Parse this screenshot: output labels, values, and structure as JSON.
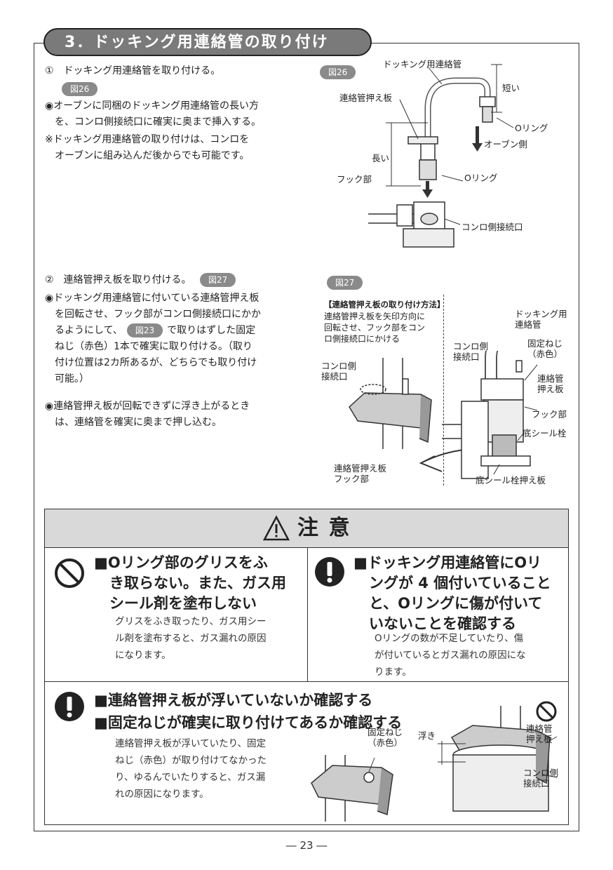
{
  "section": {
    "title": "3．ドッキング用連絡管の取り付け"
  },
  "step1": {
    "heading": "①　ドッキング用連絡管を取り付ける。",
    "fig_ref": "図26",
    "bullet1_l1": "◉オーブンに同梱のドッキング用連絡管の長い方",
    "bullet1_l2": "を、コンロ側接続口に確実に奥まで挿入する。",
    "note_l1": "※ドッキング用連絡管の取り付けは、コンロを",
    "note_l2": "オーブンに組み込んだ後からでも可能です。"
  },
  "fig26": {
    "badge": "図26",
    "pipe": "ドッキング用連絡管",
    "short": "短い",
    "plate": "連絡管押え板",
    "oring_top": "Oリング",
    "oven_side": "オーブン側",
    "long": "長い",
    "hook": "フック部",
    "oring_bottom": "Oリング",
    "connector": "コンロ側接続口"
  },
  "step2": {
    "heading": "②　連絡管押え板を取り付ける。",
    "fig_ref": "図27",
    "b1_l1": "◉ドッキング用連絡管に付いている連絡管押え板",
    "b1_l2": "を回転させ、フック部がコンロ側接続口にかか",
    "b1_l3a": "るようにして、",
    "b1_l3ref": "図23",
    "b1_l3b": "で取りはずした固定",
    "b1_l4": "ねじ（赤色）1本で確実に取り付ける。（取り",
    "b1_l5": "付け位置は2カ所あるが、どちらでも取り付け",
    "b1_l6": "可能。）",
    "b2_l1": "◉連絡管押え板が回転できずに浮き上がるとき",
    "b2_l2": "は、連絡管を確実に奥まで押し込む。"
  },
  "fig27": {
    "badge": "図27",
    "method_title": "【連絡管押え板の取り付け方法】",
    "method_l1": "連絡管押え板を矢印方向に",
    "method_l2": "回転させ、フック部をコン",
    "method_l3": "ロ側接続口にかける",
    "left_conn_l1": "コンロ側",
    "left_conn_l2": "接続口",
    "left_plate_l1": "連絡管押え板",
    "left_plate_l2": "フック部",
    "r_conn_l1": "コンロ側",
    "r_conn_l2": "接続口",
    "r_pipe_l1": "ドッキング用",
    "r_pipe_l2": "連絡管",
    "r_screw_l1": "固定ねじ",
    "r_screw_l2": "（赤色）",
    "r_plate_l1": "連絡管",
    "r_plate_l2": "押え板",
    "r_hook": "フック部",
    "r_plug": "底シール栓",
    "r_plug_plate": "底シール栓押え板"
  },
  "caution": {
    "title": "注 意",
    "a_t1": "■Oリング部のグリスをふ",
    "a_t2": "き取らない。また、ガス用",
    "a_t3": "シール剤を塗布しない",
    "a_b1": "グリスをふき取ったり、ガス用シー",
    "a_b2": "ル剤を塗布すると、ガス漏れの原因",
    "a_b3": "になります。",
    "b_t1": "■ドッキング用連絡管にOリ",
    "b_t2": "ングが 4 個付いていること",
    "b_t3": "と、Oリングに傷が付いて",
    "b_t4": "いないことを確認する",
    "b_b1": "Oリングの数が不足していたり、傷",
    "b_b2": "が付いているとガス漏れの原因にな",
    "b_b3": "ります。",
    "c_t1": "■連絡管押え板が浮いていないか確認する",
    "c_t2": "■固定ねじが確実に取り付けてあるか確認する",
    "c_b1": "連絡管押え板が浮いていたり、固定",
    "c_b2": "ねじ（赤色）が取り付けてなかった",
    "c_b3": "り、ゆるんでいたりすると、ガス漏",
    "c_b4": "れの原因になります。",
    "fig_screw_l1": "固定ねじ",
    "fig_screw_l2": "（赤色）",
    "fig_float": "浮き",
    "fig_plate_l1": "連絡管",
    "fig_plate_l2": "押え板",
    "fig_conn_l1": "コンロ側",
    "fig_conn_l2": "接続口"
  },
  "page_number": "― 23 ―"
}
